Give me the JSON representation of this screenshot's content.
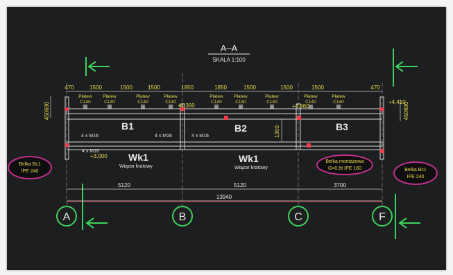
{
  "section": {
    "title": "A–A",
    "scale": "SKALA 1:100"
  },
  "top_dims": [
    "470",
    "1500",
    "1500",
    "1500",
    "1850",
    "1850",
    "1500",
    "1500",
    "1500",
    "470"
  ],
  "purlins": [
    "Płatew C140",
    "Płatew C140",
    "Płatew C140",
    "Płatew C140",
    "Płatew C140",
    "Płatew C140",
    "Płatew C140",
    "Płatew C140",
    "Płatew C140"
  ],
  "levels": {
    "left_top": "+4,360",
    "mid_top": "+4,360",
    "right_top": "+4,410",
    "left_bottom": "+3,000"
  },
  "side_dims": {
    "left": "450690",
    "right": "450690",
    "mid_height": "1300"
  },
  "beams": [
    "B1",
    "B2",
    "B3"
  ],
  "bolts": [
    "4 x M16",
    "4 x M16",
    "4 x M16",
    "4 x M16"
  ],
  "truss": {
    "label": "Wk1",
    "sub": "Wiązar kratowy"
  },
  "left_beam": {
    "title": "Belka Bc1",
    "profile": "IPE 240"
  },
  "right_beam": {
    "title": "Belka Bc1",
    "profile": "IPE 240"
  },
  "mount_beam": {
    "title": "Belka montażowa",
    "detail": "G=0,5t   IPE 160"
  },
  "bottom_dims": {
    "spans": [
      "5120",
      "5120",
      "3700"
    ],
    "total": "13940"
  },
  "axes": [
    "A",
    "B",
    "C",
    "F"
  ],
  "colors": {
    "background": "#1c1e1f",
    "dim_text": "#e9d94a",
    "green": "#3fd25a",
    "magenta": "#c0308a",
    "beam_fill": "#39ce5a",
    "marker": "#ff3a4a"
  }
}
